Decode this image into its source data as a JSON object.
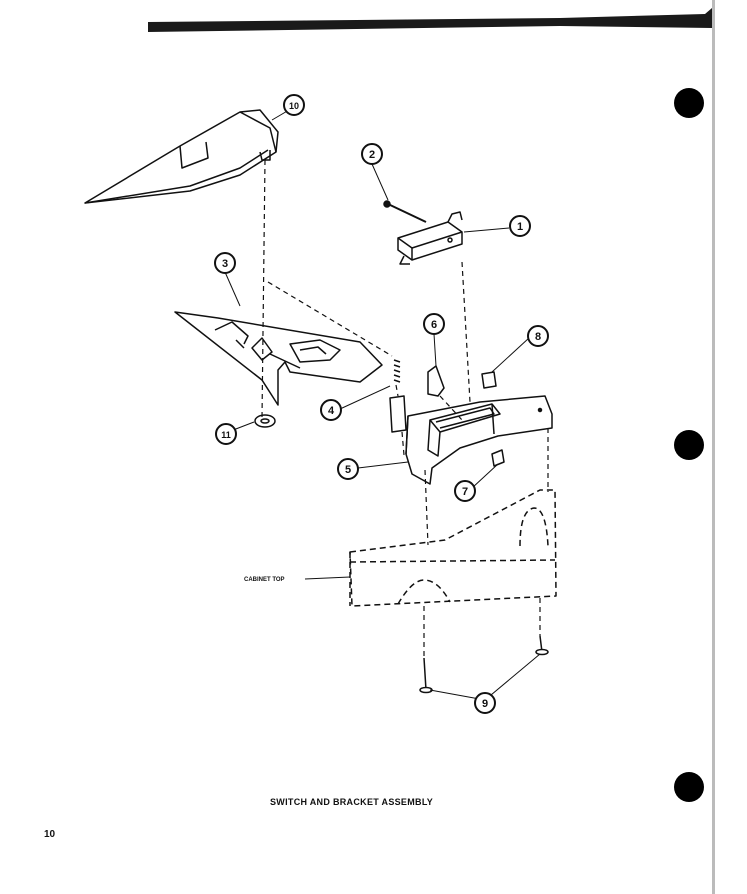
{
  "diagram": {
    "caption": "SWITCH AND BRACKET ASSEMBLY",
    "page_number": "10",
    "cabinet_label": "CABINET TOP",
    "callouts": [
      "1",
      "2",
      "3",
      "4",
      "5",
      "6",
      "7",
      "8",
      "9",
      "10",
      "11"
    ]
  },
  "colors": {
    "ink": "#111111",
    "paper": "#ffffff"
  }
}
